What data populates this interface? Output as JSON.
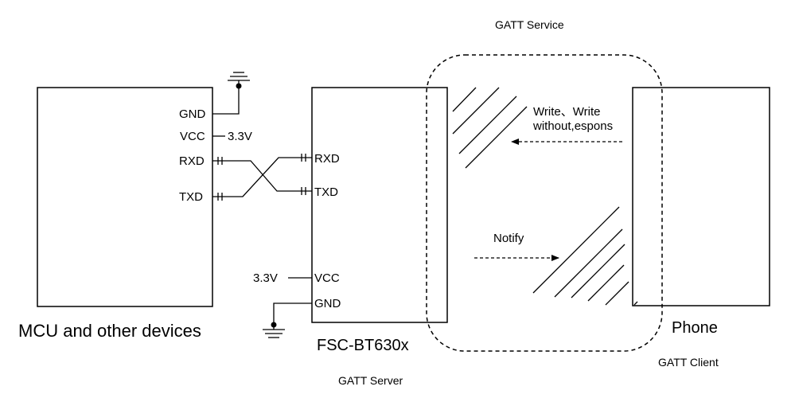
{
  "labels": {
    "gatt_service": "GATT Service",
    "gatt_server": "GATT Server",
    "gatt_client": "GATT Client",
    "mcu_name": "MCU and other devices",
    "module_name": "FSC-BT630x",
    "phone_name": "Phone",
    "write_line1": "Write、Write",
    "write_line2": "without,espons",
    "notify": "Notify"
  },
  "mcu_pins": {
    "gnd": "GND",
    "vcc": "VCC",
    "vcc_value": "3.3V",
    "rxd": "RXD",
    "txd": "TXD"
  },
  "module_pins": {
    "rxd": "RXD",
    "txd": "TXD",
    "vcc": "VCC",
    "vcc_value": "3.3V",
    "gnd": "GND"
  },
  "style": {
    "line_color": "#000000",
    "background": "#ffffff"
  }
}
